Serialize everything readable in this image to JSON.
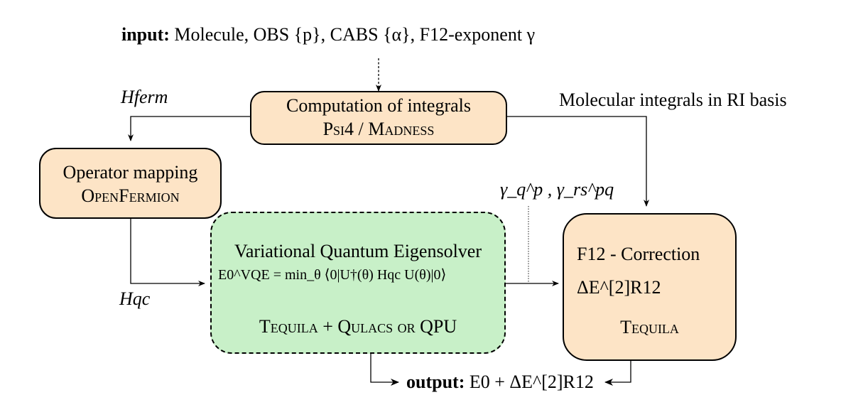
{
  "input_line": {
    "label": "input:",
    "text": "Molecule, OBS {p}, CABS {α}, F12-exponent γ"
  },
  "integrals_box": {
    "title": "Computation of integrals",
    "tools": "Psi4 / Madness"
  },
  "mapping_box": {
    "title": "Operator mapping",
    "tool": "OpenFermion"
  },
  "vqe_box": {
    "title": "Variational Quantum Eigensolver",
    "equation": "E0^VQE = min_θ ⟨0|U†(θ) Hqc U(θ)|0⟩",
    "tools": "Tequila + Qulacs or QPU"
  },
  "f12_box": {
    "title": "F12 - Correction",
    "term": "ΔE^[2]R12",
    "tool": "Tequila"
  },
  "edge_labels": {
    "h_ferm": "Hferm",
    "h_qc": "Hqc",
    "rdms": "γ_q^p , γ_rs^pq",
    "ri_basis": "Molecular integrals in RI basis"
  },
  "output_line": {
    "label": "output:",
    "expr": "E0 + ΔE^[2]R12"
  }
}
